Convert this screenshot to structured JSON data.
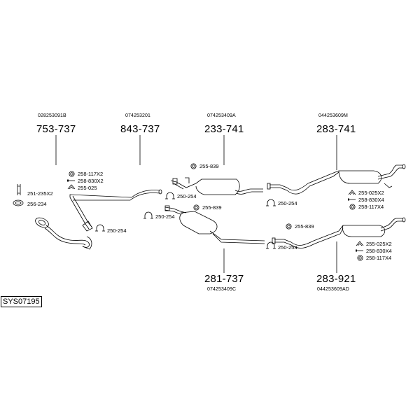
{
  "system_code": "SYS07195",
  "oem_numbers": [
    "028253091B",
    "074253201",
    "074253409A",
    "044253609M",
    "074253409C",
    "044253609AD"
  ],
  "part_numbers": [
    "753-737",
    "843-737",
    "233-741",
    "283-741",
    "281-737",
    "283-921"
  ],
  "accessories": {
    "a1": "258-117X2",
    "a2": "258-830X2",
    "a3": "255-025",
    "a4": "251-235X2",
    "a5": "256-234",
    "a6": "250-254",
    "a7": "255-839",
    "a8": "250-254",
    "a9": "250-254",
    "a10": "255-839",
    "a11": "250-254",
    "a12": "255-025X2",
    "a13": "258-830X4",
    "a14": "258-117X4",
    "a15": "255-839",
    "a16": "250-254",
    "a17": "255-025X2",
    "a18": "258-830X4",
    "a19": "258-117X4"
  },
  "icons": [
    "clamp-ring-icon",
    "bolt-icon",
    "hanger-icon",
    "gasket-ring-icon",
    "u-clamp-icon",
    "rubber-mount-icon"
  ],
  "colors": {
    "line": "#000000",
    "background": "#ffffff"
  }
}
